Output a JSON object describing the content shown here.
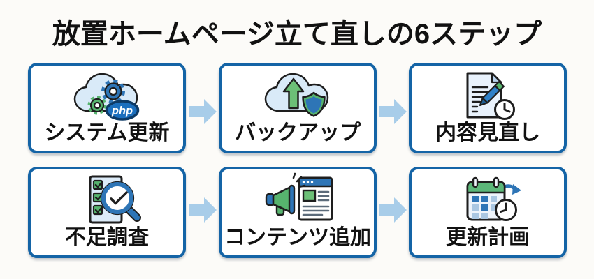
{
  "title": "放置ホームページ立て直しの6ステップ",
  "steps": [
    {
      "label": "システム更新",
      "icon": "gears-php-cloud-icon",
      "badge": "php"
    },
    {
      "label": "バックアップ",
      "icon": "cloud-upload-shield-icon"
    },
    {
      "label": "内容見直し",
      "icon": "document-pencil-clock-icon"
    },
    {
      "label": "不足調査",
      "icon": "checklist-magnifier-icon"
    },
    {
      "label": "コンテンツ追加",
      "icon": "megaphone-webpage-icon"
    },
    {
      "label": "更新計画",
      "icon": "calendar-clock-icon"
    }
  ],
  "colors": {
    "background": "#fcfbf8",
    "box_border": "#1464a6",
    "box_background": "#ffffff",
    "arrow_fill": "#a8cde9",
    "text": "#111111",
    "icon_blue": "#2e75b6",
    "icon_green": "#57b46e",
    "icon_light_blue": "#d9eaf8",
    "php_badge_fill": "#1b6fbe"
  }
}
